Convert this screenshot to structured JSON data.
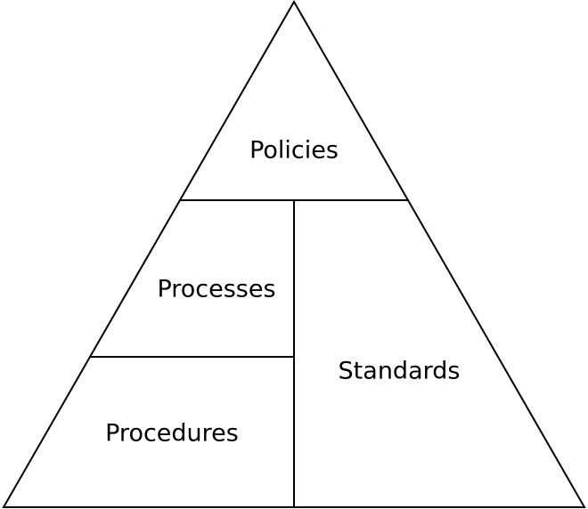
{
  "pyramid": {
    "sections": {
      "top": "Policies",
      "middle_left": "Processes",
      "bottom_left": "Procedures",
      "right": "Standards"
    },
    "line_color": "#000000",
    "background_color": "#ffffff"
  }
}
